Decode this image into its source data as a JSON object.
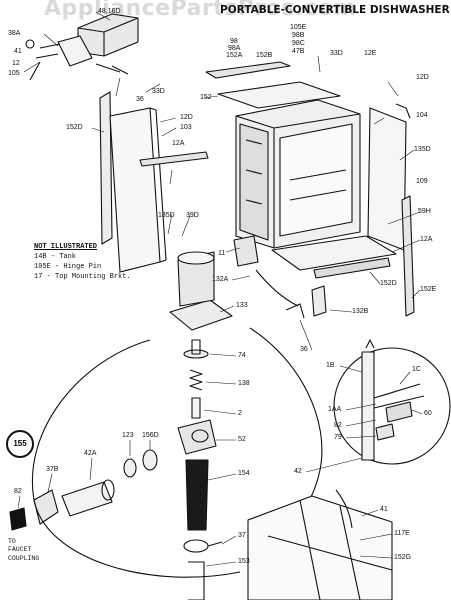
{
  "watermark": "AppliancePartsPros.com",
  "title": "PORTABLE-CONVERTIBLE DISHWASHER",
  "not_illustrated": {
    "heading": "NOT ILLUSTRATED",
    "items": [
      "14B - Tank",
      "105E - Hinge Pin",
      "17 - Top Mounting Brkt."
    ]
  },
  "circled_label": "155",
  "faucet_label": [
    "TO",
    "FAUCET",
    "COUPLING"
  ],
  "labels": [
    {
      "id": "l-48-16d",
      "text": "48,16D"
    },
    {
      "id": "l-38a",
      "text": "38A"
    },
    {
      "id": "l-41a",
      "text": "41"
    },
    {
      "id": "l-12",
      "text": "12"
    },
    {
      "id": "l-105",
      "text": "105"
    },
    {
      "id": "l-36a",
      "text": "36"
    },
    {
      "id": "l-33d-a",
      "text": "33D"
    },
    {
      "id": "l-98",
      "text": "98"
    },
    {
      "id": "l-98a",
      "text": "98A"
    },
    {
      "id": "l-152a",
      "text": "152A"
    },
    {
      "id": "l-152b",
      "text": "152B"
    },
    {
      "id": "l-105e",
      "text": "105E"
    },
    {
      "id": "l-98b",
      "text": "98B"
    },
    {
      "id": "l-98c",
      "text": "98C"
    },
    {
      "id": "l-47b",
      "text": "47B"
    },
    {
      "id": "l-33d-b",
      "text": "33D"
    },
    {
      "id": "l-12e",
      "text": "12E"
    },
    {
      "id": "l-12d-a",
      "text": "12D"
    },
    {
      "id": "l-152",
      "text": "152"
    },
    {
      "id": "l-104",
      "text": "104"
    },
    {
      "id": "l-152d-a",
      "text": "152D"
    },
    {
      "id": "l-12d-b",
      "text": "12D"
    },
    {
      "id": "l-103",
      "text": "103"
    },
    {
      "id": "l-12a-a",
      "text": "12A"
    },
    {
      "id": "l-135d-a",
      "text": "135D"
    },
    {
      "id": "l-109",
      "text": "109"
    },
    {
      "id": "l-59h",
      "text": "59H"
    },
    {
      "id": "l-12a-b",
      "text": "12A"
    },
    {
      "id": "l-135d-b",
      "text": "135D"
    },
    {
      "id": "l-39d",
      "text": "39D"
    },
    {
      "id": "l-11",
      "text": "11"
    },
    {
      "id": "l-132a",
      "text": "132A"
    },
    {
      "id": "l-133",
      "text": "133"
    },
    {
      "id": "l-132b",
      "text": "132B"
    },
    {
      "id": "l-152d-b",
      "text": "152D"
    },
    {
      "id": "l-152e",
      "text": "152E"
    },
    {
      "id": "l-36b",
      "text": "36"
    },
    {
      "id": "l-74",
      "text": "74"
    },
    {
      "id": "l-138",
      "text": "138"
    },
    {
      "id": "l-2",
      "text": "2"
    },
    {
      "id": "l-52",
      "text": "52"
    },
    {
      "id": "l-123",
      "text": "123"
    },
    {
      "id": "l-156d",
      "text": "156D"
    },
    {
      "id": "l-42a",
      "text": "42A"
    },
    {
      "id": "l-37b",
      "text": "37B"
    },
    {
      "id": "l-82a",
      "text": "82"
    },
    {
      "id": "l-154",
      "text": "154"
    },
    {
      "id": "l-37",
      "text": "37"
    },
    {
      "id": "l-153",
      "text": "153"
    },
    {
      "id": "l-1b",
      "text": "1B"
    },
    {
      "id": "l-1c",
      "text": "1C"
    },
    {
      "id": "l-1aa",
      "text": "1AA"
    },
    {
      "id": "l-82b",
      "text": "82"
    },
    {
      "id": "l-60",
      "text": "60"
    },
    {
      "id": "l-79",
      "text": "79"
    },
    {
      "id": "l-42",
      "text": "42"
    },
    {
      "id": "l-41b",
      "text": "41"
    },
    {
      "id": "l-117e",
      "text": "117E"
    },
    {
      "id": "l-152g",
      "text": "152G"
    }
  ]
}
